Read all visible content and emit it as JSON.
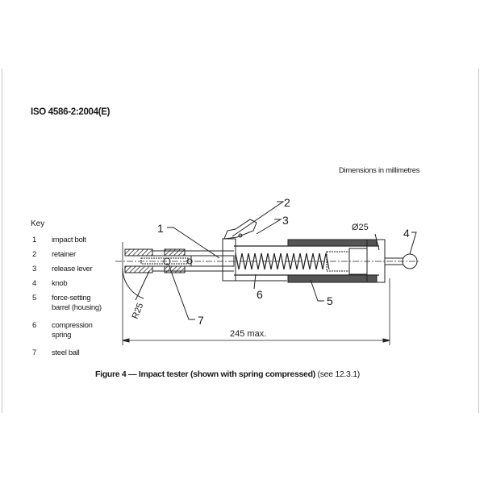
{
  "header": {
    "standard": "ISO 4586-2:2004(E)",
    "dimensions_note": "Dimensions in millimetres"
  },
  "key": {
    "title": "Key",
    "items": [
      {
        "num": "1",
        "label": "impact bolt"
      },
      {
        "num": "2",
        "label": "retainer"
      },
      {
        "num": "3",
        "label": "release lever"
      },
      {
        "num": "4",
        "label": "knob"
      },
      {
        "num": "5",
        "label": "force-setting barrel (housing)"
      },
      {
        "num": "6",
        "label": "compression spring"
      },
      {
        "num": "7",
        "label": "steel ball"
      }
    ]
  },
  "figure": {
    "callouts": [
      "1",
      "2",
      "3",
      "4",
      "5",
      "6",
      "7"
    ],
    "radius_label": "R25",
    "diameter_label": "Ø25",
    "length_label": "245 max.",
    "caption_bold": "Figure 4 — Impact tester (shown with spring compressed)",
    "caption_ref": " (see 12.3.1)"
  }
}
